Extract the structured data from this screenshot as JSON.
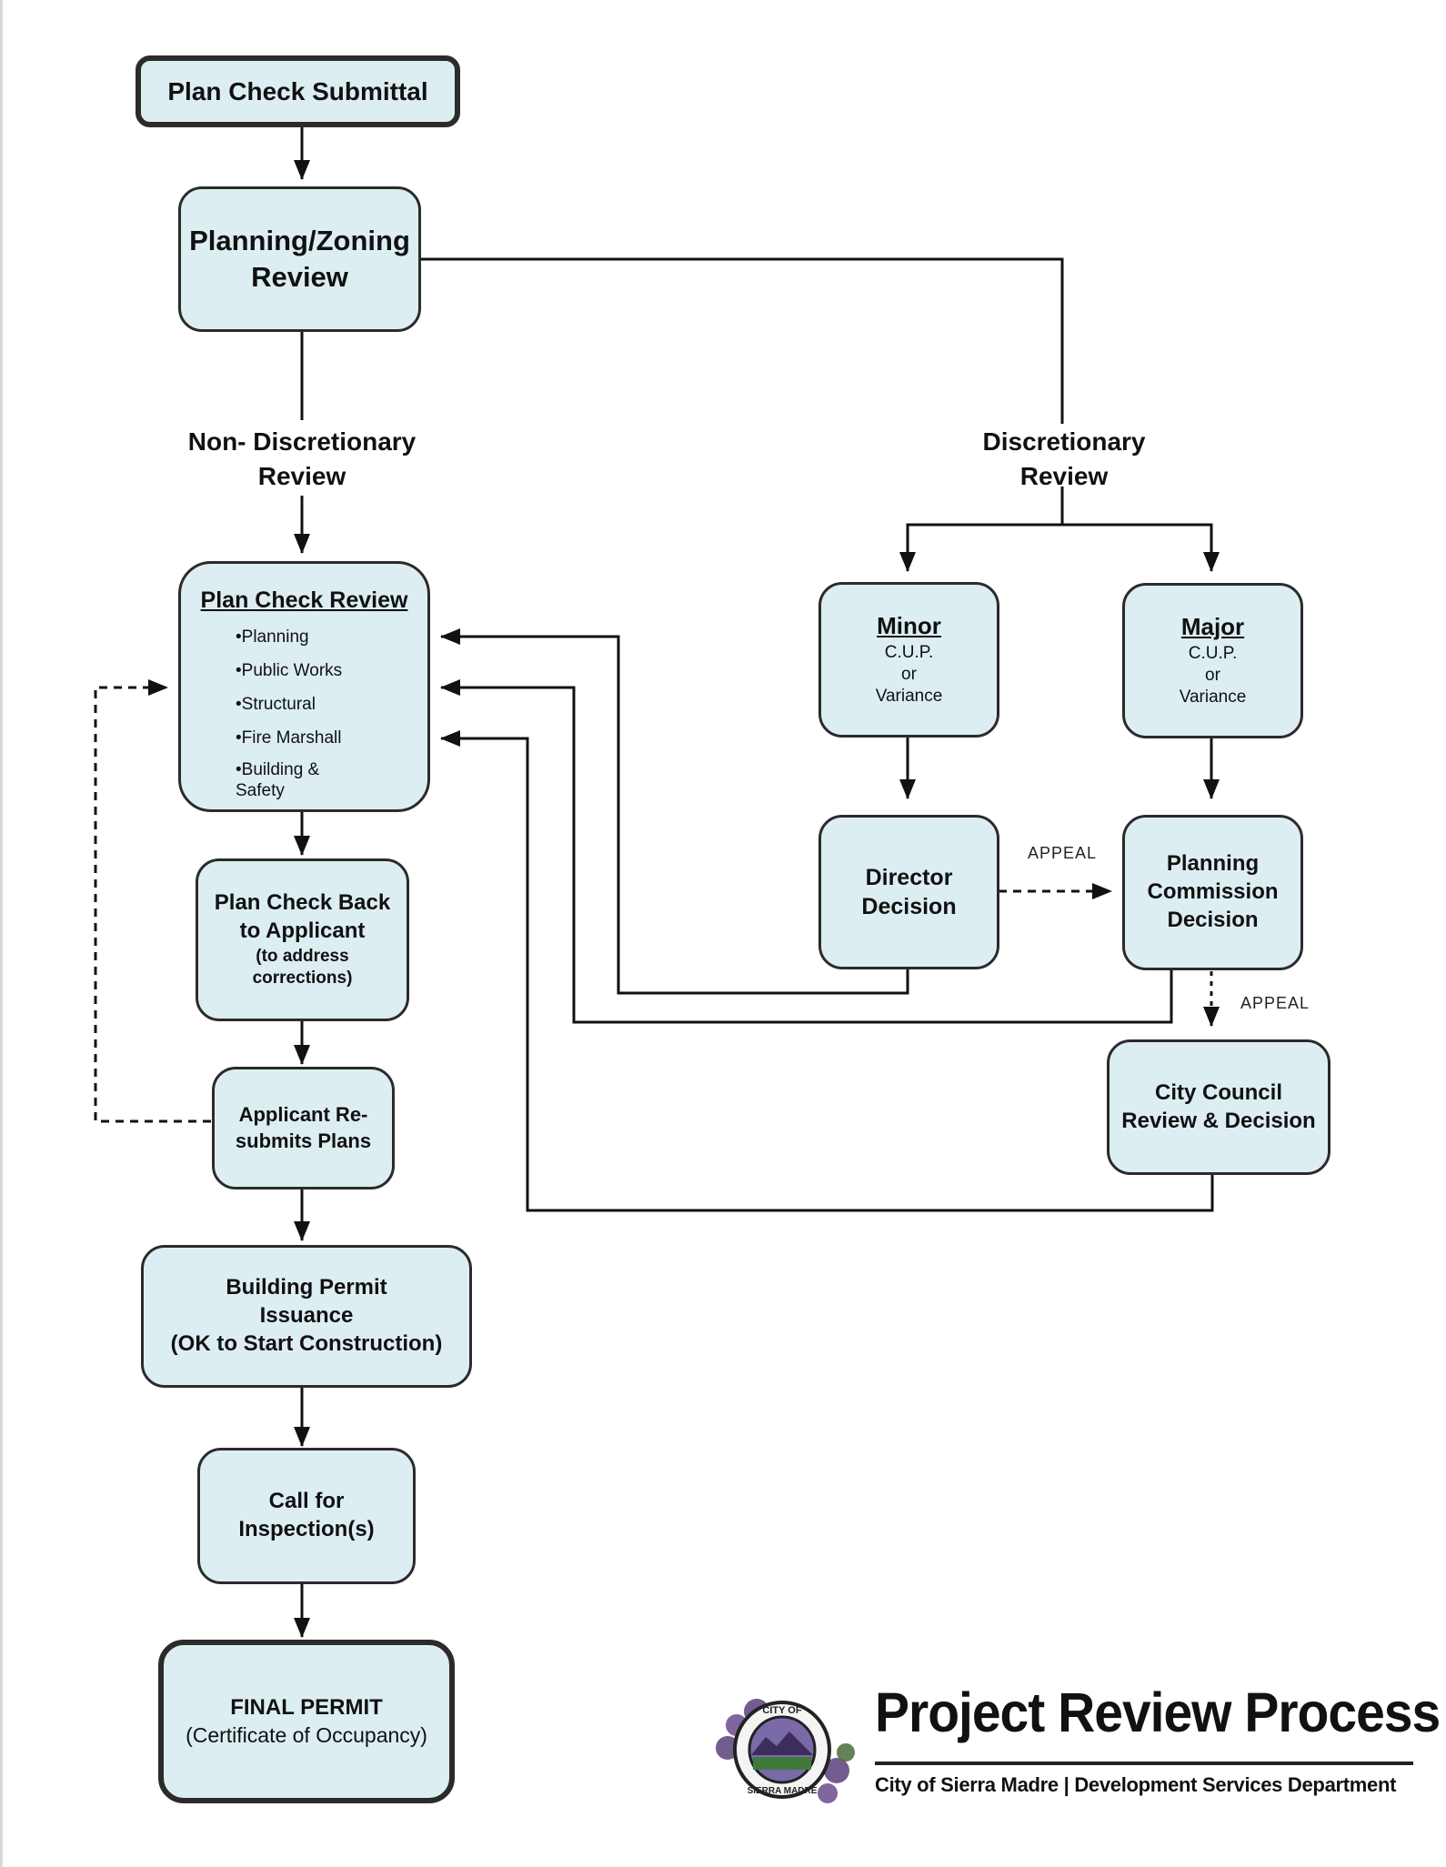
{
  "nodes": {
    "submittal": "Plan Check Submittal",
    "planning_zoning": "Planning/Zoning Review",
    "plan_check_review": {
      "title": "Plan Check Review",
      "items": [
        "•Planning",
        "•Public Works",
        "•Structural",
        "•Fire Marshall",
        "•Building & Safety"
      ]
    },
    "back_to_applicant": {
      "title": "Plan Check Back to Applicant",
      "note": "(to address corrections)"
    },
    "resubmits": "Applicant Re-submits Plans",
    "permit_issuance": {
      "title": "Building Permit Issuance",
      "note": "(OK to Start Construction)"
    },
    "inspection": "Call for Inspection(s)",
    "final_permit": {
      "title": "FINAL PERMIT",
      "note": "(Certificate of Occupancy)"
    },
    "minor": {
      "title": "Minor",
      "line1": "C.U.P.",
      "line2": "or",
      "line3": "Variance"
    },
    "major": {
      "title": "Major",
      "line1": "C.U.P.",
      "line2": "or",
      "line3": "Variance"
    },
    "director": "Director Decision",
    "commission": "Planning Commission Decision",
    "council": "City Council Review & Decision"
  },
  "labels": {
    "non_discretionary": "Non- Discretionary Review",
    "discretionary": "Discretionary Review",
    "appeal_1": "APPEAL",
    "appeal_2": "APPEAL"
  },
  "footer": {
    "title": "Project Review Process",
    "subtitle": "City of Sierra Madre | Development Services Department",
    "seal_text": "CITY OF SIERRA MADRE"
  }
}
